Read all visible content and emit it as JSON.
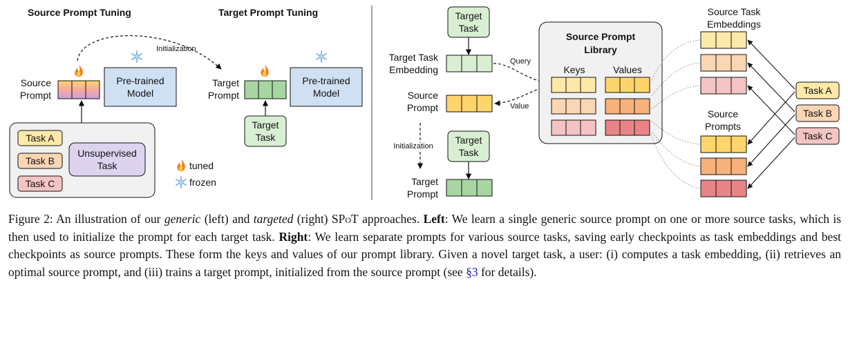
{
  "figure": {
    "left": {
      "title_source": "Source Prompt Tuning",
      "title_target": "Target Prompt Tuning",
      "initialization": "Initialization",
      "source_prompt": [
        "Source",
        "Prompt"
      ],
      "pretrained_model": [
        "Pre-trained",
        "Model"
      ],
      "target_prompt": [
        "Target",
        "Prompt"
      ],
      "target_task": [
        "Target",
        "Task"
      ],
      "task_a": "Task A",
      "task_b": "Task B",
      "task_c": "Task C",
      "unsupervised_task": [
        "Unsupervised",
        "Task"
      ],
      "legend_tuned": "tuned",
      "legend_frozen": "frozen"
    },
    "right": {
      "target_task_top": [
        "Target",
        "Task"
      ],
      "target_task_embedding": [
        "Target Task",
        "Embedding"
      ],
      "query": "Query",
      "value": "Value",
      "source_prompt": [
        "Source",
        "Prompt"
      ],
      "initialization": "Initialization",
      "target_task_bottom": [
        "Target",
        "Task"
      ],
      "target_prompt": [
        "Target",
        "Prompt"
      ],
      "library_title": [
        "Source Prompt",
        "Library"
      ],
      "keys": "Keys",
      "values": "Values",
      "source_task_embeddings": [
        "Source Task",
        "Embeddings"
      ],
      "source_prompts": [
        "Source",
        "Prompts"
      ],
      "task_a": "Task A",
      "task_b": "Task B",
      "task_c": "Task C"
    },
    "colors": {
      "green_fill": "#a8d5a2",
      "green_box": "#d9efd3",
      "blue_box": "#cfe0f3",
      "yellow": "#ffe9a8",
      "peach": "#fbd6b4",
      "pink": "#f4c4c4",
      "yellow_strong": "#ffd56b",
      "orange_strong": "#f6b27a",
      "red_strong": "#e98486",
      "purple_box": "#ddd3ee",
      "panel_gray": "#f1f1f1"
    }
  },
  "caption": {
    "fig_label": "Figure 2:",
    "intro_1": "An illustration of our",
    "generic": "generic",
    "intro_2": "(left) and",
    "targeted": "targeted",
    "intro_3": "(right)",
    "spot": "SPoT",
    "intro_4": "approaches.",
    "left_label": "Left",
    "left_text": ": We learn a single generic source prompt on one or more source tasks, which is then used to initialize the prompt for each target task.",
    "right_label": "Right",
    "right_text_1": ": We learn separate prompts for various source tasks, saving early checkpoints as task embeddings and best checkpoints as source prompts. These form the keys and values of our prompt library. Given a novel target task, a user: (i) computes a task embedding, (ii) retrieves an optimal source prompt, and (iii) trains a target prompt, initialized from the source prompt (see",
    "section_ref": "§3",
    "right_text_2": "for details)."
  }
}
